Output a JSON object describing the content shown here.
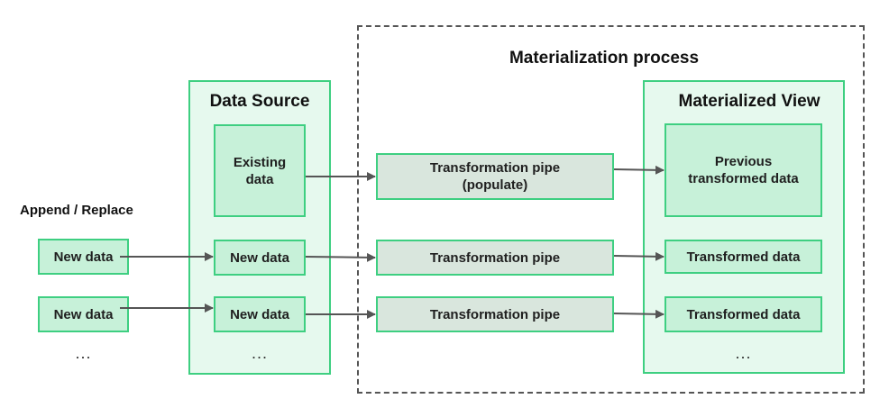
{
  "process": {
    "title": "Materialization process"
  },
  "source": {
    "title": "Data Source",
    "existing": "Existing\ndata",
    "rows": [
      "New data",
      "New data"
    ],
    "more": "..."
  },
  "input": {
    "label": "Append / Replace",
    "rows": [
      "New data",
      "New data"
    ],
    "more": "..."
  },
  "pipes": {
    "populate": "Transformation pipe\n(populate)",
    "rows": [
      "Transformation pipe",
      "Transformation pipe"
    ]
  },
  "view": {
    "title": "Materialized View",
    "previous": "Previous\ntransformed data",
    "rows": [
      "Transformed data",
      "Transformed data"
    ],
    "more": "..."
  },
  "colors": {
    "green_border": "#3ecf81",
    "green_fill": "#c7f1d9",
    "pipe_fill": "#d9e6dd",
    "arrow": "#555555"
  }
}
